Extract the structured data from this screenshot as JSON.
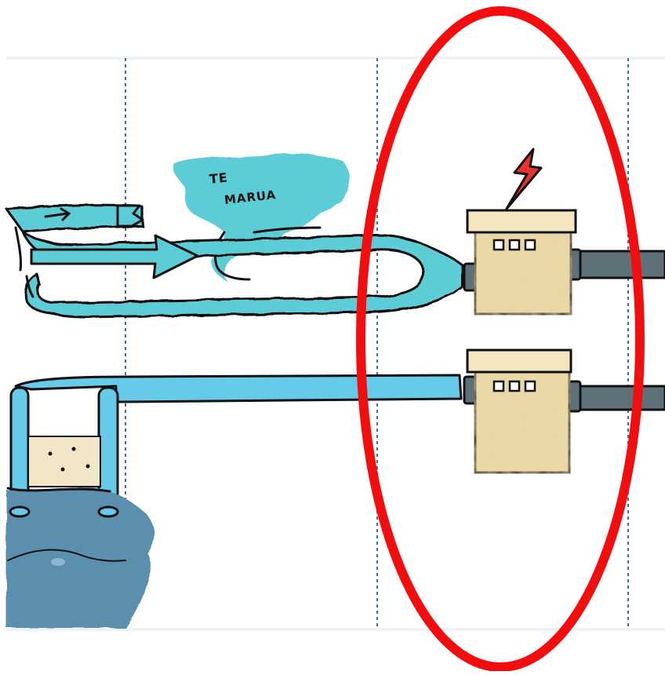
{
  "diagram": {
    "lake_label": [
      "TE",
      "MARUA"
    ],
    "sections": 4,
    "power_units": 2,
    "highlight": "red-ellipse",
    "colors": {
      "water_light": "#5ccdd6",
      "water_pipe": "#66cbe8",
      "lake_deep": "#5c8fae",
      "building": "#ebd9a8",
      "building_roof": "#f4e7bf",
      "outflow_pipe": "#5e7078",
      "lightning": "#e8322e",
      "highlight": "#f20e0e",
      "divider": "#3d6f98",
      "sand": "#f2e6c8"
    },
    "icons": [
      "lightning-bolt-icon",
      "flow-arrow-icon"
    ]
  }
}
